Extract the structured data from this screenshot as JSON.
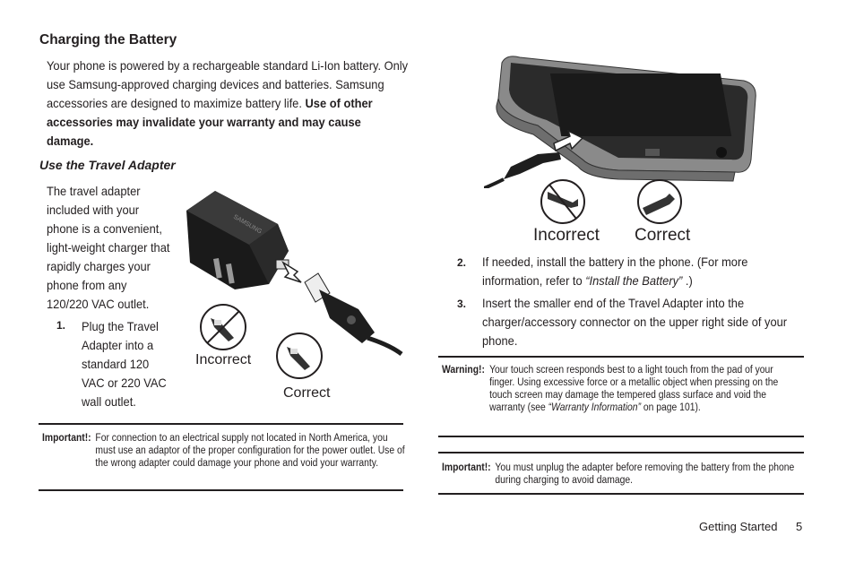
{
  "title": "Charging the Battery",
  "intro": {
    "normal": "Your phone is powered by a rechargeable standard Li-Ion battery. Only use Samsung-approved charging devices and batteries. Samsung accessories are designed to maximize battery life. ",
    "bold": "Use of other accessories may invalidate your warranty and may cause damage."
  },
  "subheading": "Use the Travel Adapter",
  "adapter_text": "The travel adapter included with your phone is a convenient, light-weight charger that rapidly charges your phone from any 120/220 VAC outlet.",
  "steps": [
    {
      "num": "1.",
      "text": "Plug the Travel Adapter into a standard 120 VAC or 220 VAC wall outlet."
    },
    {
      "num": "2.",
      "text_pre": "If needed, install the battery in the phone. (For more information, refer to ",
      "ref": "“Install the Battery”",
      "text_post": " .)"
    },
    {
      "num": "3.",
      "text": "Insert the smaller end of the Travel Adapter into the charger/accessory connector on the upper right side of your phone."
    }
  ],
  "figure_left": {
    "incorrect": "Incorrect",
    "correct": "Correct"
  },
  "figure_right": {
    "incorrect": "Incorrect",
    "correct": "Correct"
  },
  "notes": {
    "important1": {
      "label": "Important!:",
      "text": "For connection to an electrical supply not located in North America, you must use an adaptor of the proper configuration for the power outlet. Use of the wrong adapter could damage your phone and void your warranty."
    },
    "warning": {
      "label": "Warning!:",
      "text_pre": "Your touch screen responds best to a light touch from the pad of your finger. Using excessive force or a metallic object when pressing on the touch screen may damage the tempered glass surface and void the warranty (see ",
      "ref": "“Warranty Information”",
      "text_post": " on page 101)."
    },
    "important2": {
      "label": "Important!:",
      "text": "You must unplug the adapter before removing the battery from the phone during charging to avoid damage."
    }
  },
  "footer": {
    "section": "Getting Started",
    "page": "5"
  }
}
